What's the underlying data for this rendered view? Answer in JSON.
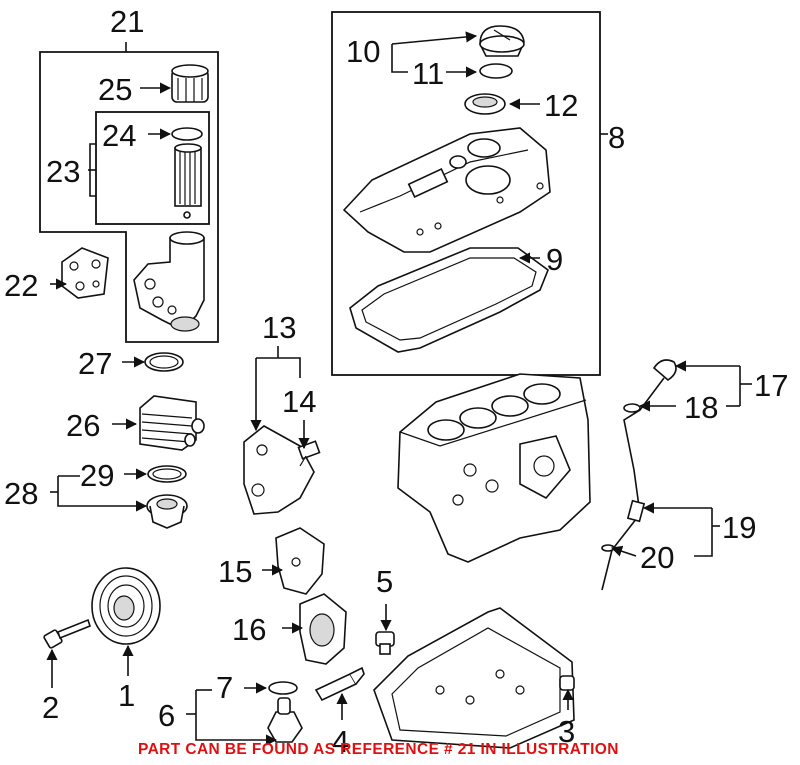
{
  "callouts": [
    "1",
    "2",
    "3",
    "4",
    "5",
    "6",
    "7",
    "8",
    "9",
    "10",
    "11",
    "12",
    "13",
    "14",
    "15",
    "16",
    "17",
    "18",
    "19",
    "20",
    "21",
    "22",
    "23",
    "24",
    "25",
    "26",
    "27",
    "28",
    "29"
  ],
  "footer_note": "PART CAN BE FOUND AS REFERENCE # 21 IN ILLUSTRATION",
  "colors": {
    "note": "#e01010",
    "line": "#111111",
    "background": "#ffffff"
  }
}
